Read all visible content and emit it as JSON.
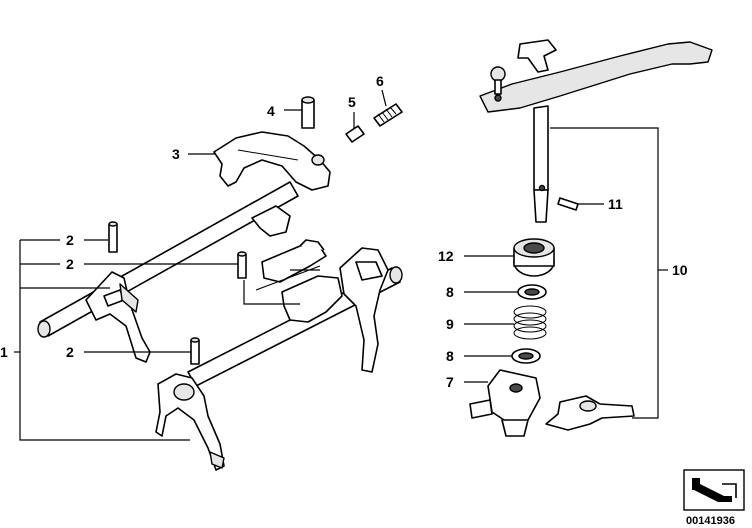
{
  "callouts": {
    "c1": "1",
    "c2a": "2",
    "c2b": "2",
    "c2c": "2",
    "c3": "3",
    "c4": "4",
    "c5": "5",
    "c6": "6",
    "c7": "7",
    "c8a": "8",
    "c8b": "8",
    "c9": "9",
    "c10": "10",
    "c11": "11",
    "c12": "12"
  },
  "catalog_number": "00141936",
  "icons": {
    "badge": "arrow-badge-icon"
  }
}
